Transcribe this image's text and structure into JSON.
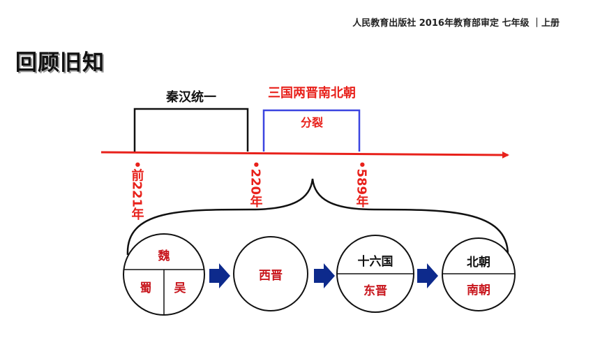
{
  "header": {
    "text": "人民教育出版社 2016年教育部审定 七年级 ｜上册"
  },
  "title": "回顾旧知",
  "timeline": {
    "unified_label": "秦汉统一",
    "split_period_label": "三国两晋南北朝",
    "split_label": "分裂",
    "dates": [
      "•前221年",
      "•220年",
      "•589年"
    ]
  },
  "circles": {
    "c1": {
      "top": "魏",
      "bottom_left": "蜀",
      "bottom_right": "吴"
    },
    "c2": {
      "center": "西晋"
    },
    "c3": {
      "top": "十六国",
      "bottom": "东晋"
    },
    "c4": {
      "top": "北朝",
      "bottom": "南朝"
    }
  },
  "colors": {
    "timeline_red": "#e8211b",
    "unified_bracket": "#111111",
    "split_bracket": "#3b45e0",
    "split_title": "#e8211b",
    "period_text": "#c8161d",
    "arrow_navy": "#0d2a8c"
  }
}
